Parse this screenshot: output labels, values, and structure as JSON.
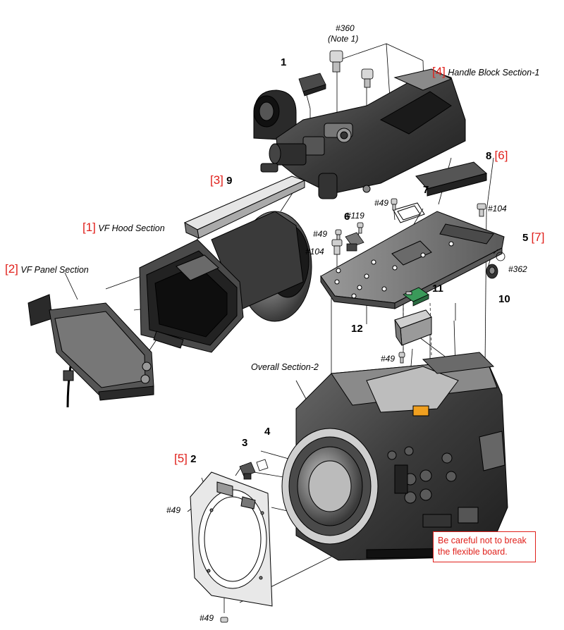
{
  "labels": {
    "note360": "#360",
    "note1": "(Note 1)",
    "p1": "1",
    "p2": "2",
    "p3": "3",
    "p4": "4",
    "p5": "5",
    "p6": "6",
    "p7": "7",
    "p8": "8",
    "p9": "9",
    "p10": "10",
    "p11": "11",
    "p12": "12",
    "s104a": "#104",
    "s104b": "#104",
    "s119": "#119",
    "s49a": "#49",
    "s49b": "#49",
    "s49c": "#49",
    "s49d": "#49",
    "s49e": "#49",
    "s362": "#362"
  },
  "sections": {
    "handle_num": "[4]",
    "handle_text": "Handle Block Section-1",
    "vf_hood_num": "[1]",
    "vf_hood_text": "VF Hood Section",
    "vf_panel_num": "[2]",
    "vf_panel_text": "VF Panel Section",
    "ref3": "[3]",
    "ref5": "[5]",
    "ref6": "[6]",
    "ref7": "[7]",
    "overall_text": "Overall Section-2"
  },
  "warning": {
    "line1": "Be careful not to break",
    "line2": "the flexible board."
  },
  "colors": {
    "accent_red": "#e0201b",
    "board_green": "#3a9a5a",
    "flex_orange": "#f0a020"
  }
}
